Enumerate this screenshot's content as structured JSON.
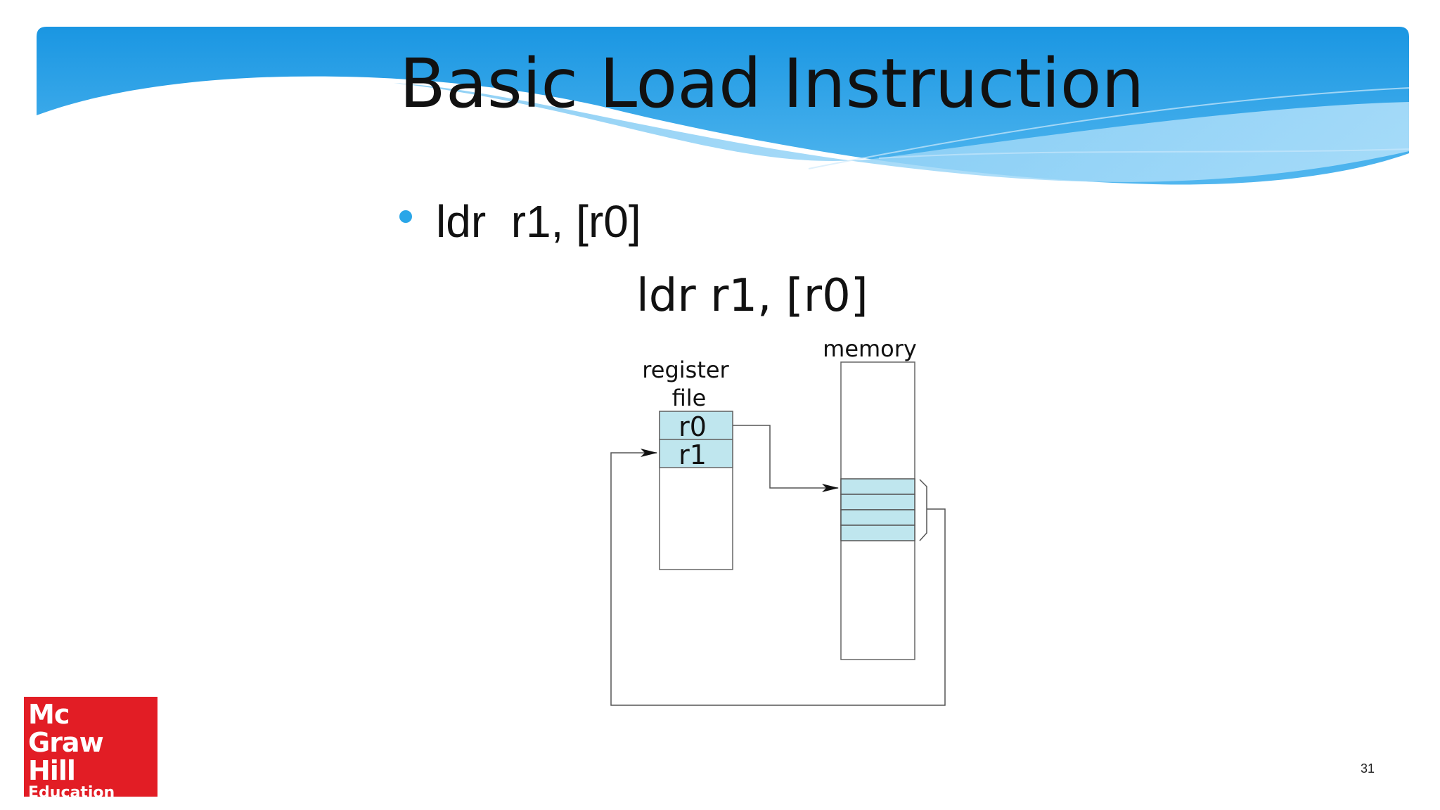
{
  "slide": {
    "title": "Basic Load Instruction",
    "bullets": [
      "ldr  r1, [r0]"
    ],
    "page_number": "31"
  },
  "diagram": {
    "heading": "ldr r1, [r0]",
    "register_file_label_line1": "register",
    "register_file_label_line2": "file",
    "registers": [
      "r0",
      "r1"
    ],
    "memory_label": "memory"
  },
  "logo": {
    "lines": [
      "Mc",
      "Graw",
      "Hill",
      "Education"
    ]
  },
  "colors": {
    "banner_top": "#1a96e2",
    "banner_light": "#8fd0f5",
    "cell_fill": "#bfe6ee",
    "logo_red": "#e21d25"
  }
}
